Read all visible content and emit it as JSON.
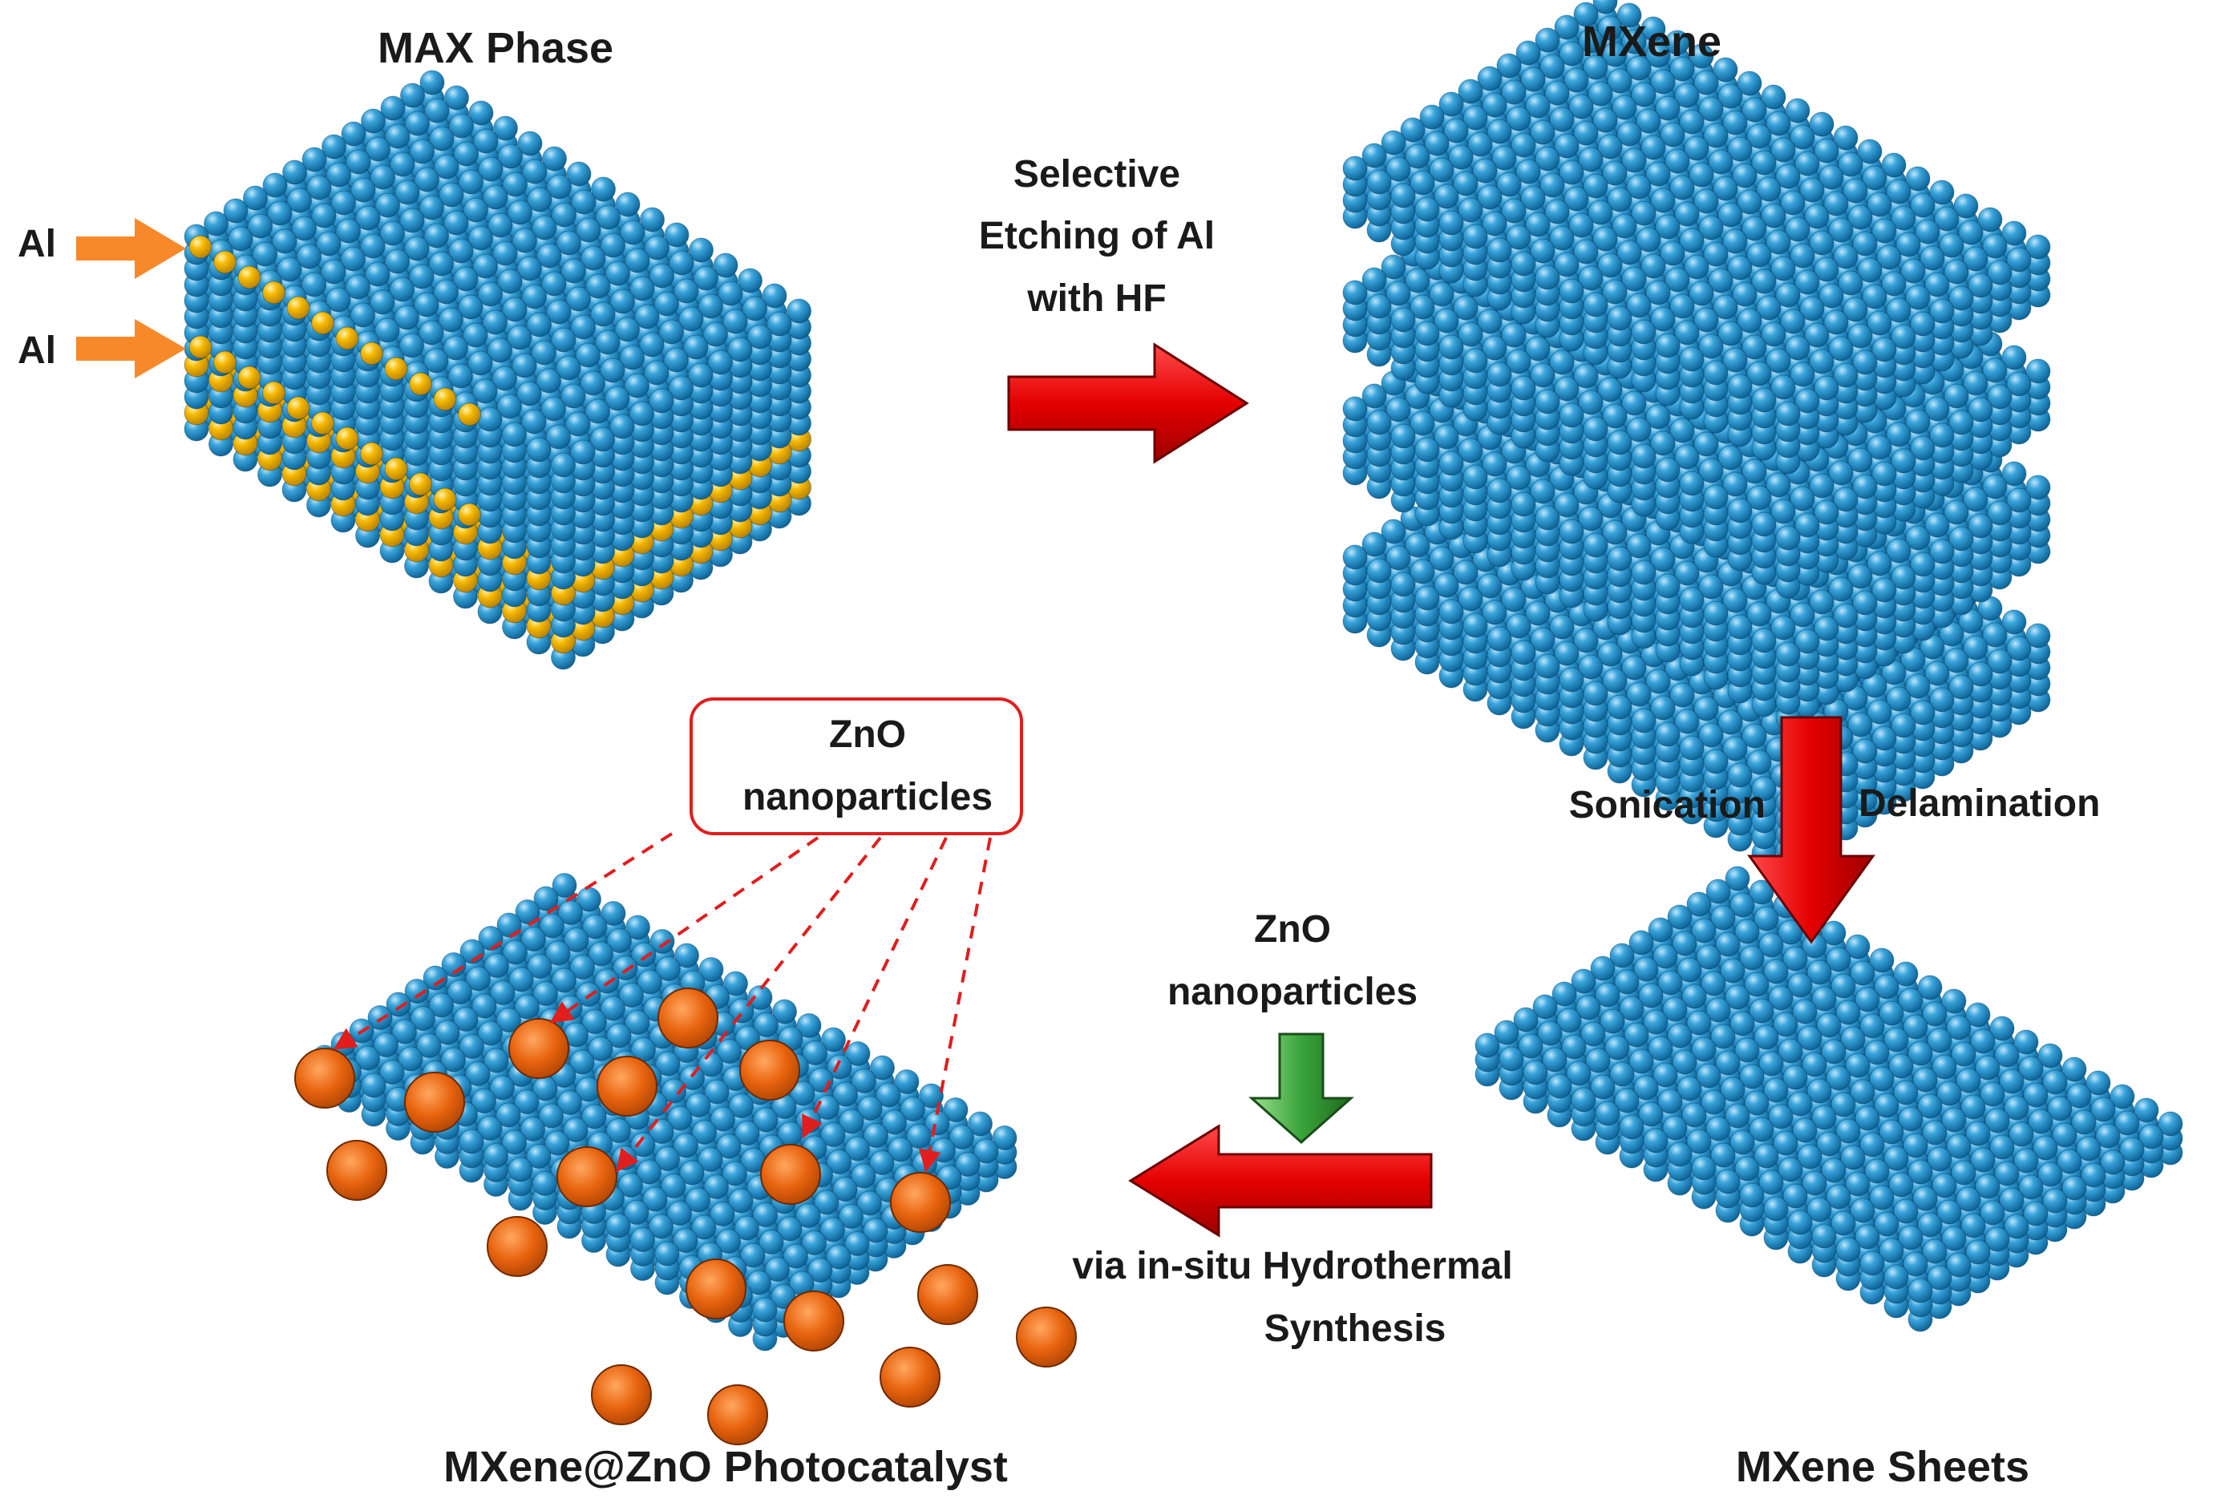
{
  "titles": {
    "max_phase": "MAX Phase",
    "mxene": "MXene",
    "mxene_sheets": "MXene Sheets",
    "photocatalyst": "MXene@ZnO Photocatalyst"
  },
  "labels": {
    "al_top": "Al",
    "al_bottom": "Al",
    "etching": [
      "Selective",
      "Etching of Al",
      "with HF"
    ],
    "sonication": "Sonication",
    "delamination": "Delamination",
    "zno_added": [
      "ZnO",
      "nanoparticles"
    ],
    "synthesis": [
      "via in-situ Hydrothermal",
      "Synthesis"
    ],
    "callout": [
      "ZnO",
      "nanoparticles"
    ]
  },
  "colors": {
    "atom_blue": "#1f8fc6",
    "atom_gold": "#f2b400",
    "zno_orange": "#e8640f",
    "arrow_red": "#e40000",
    "arrow_green": "#3aa33a",
    "al_arrow": "#f7892a",
    "callout_border": "#e01e1e"
  }
}
